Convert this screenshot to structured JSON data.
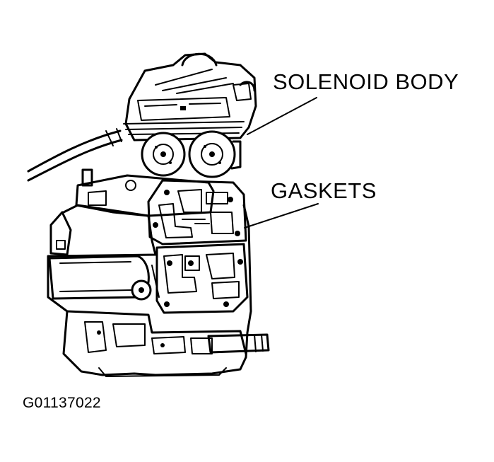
{
  "labels": {
    "solenoid_body": "SOLENOID BODY",
    "gaskets": "GASKETS"
  },
  "figure_id": "G01137022",
  "colors": {
    "ink": "#000000",
    "paper": "#ffffff"
  }
}
